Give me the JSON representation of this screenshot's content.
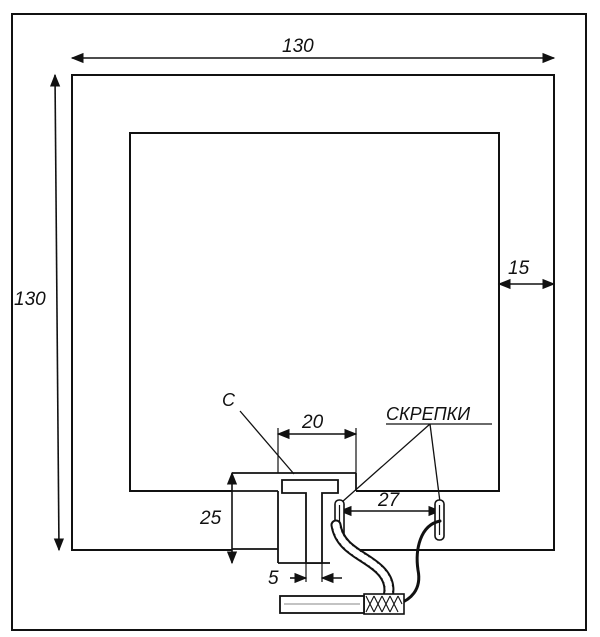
{
  "labels": {
    "dim_outer_width": "130",
    "dim_outer_height": "130",
    "dim_frame_width": "15",
    "dim_feed_width": "20",
    "dim_feed_height": "25",
    "dim_gap": "5",
    "dim_clip_spacing": "27",
    "label_c": "C",
    "label_clips": "СКРЕПКИ"
  },
  "colors": {
    "ink": "#111111",
    "paper": "#ffffff"
  }
}
